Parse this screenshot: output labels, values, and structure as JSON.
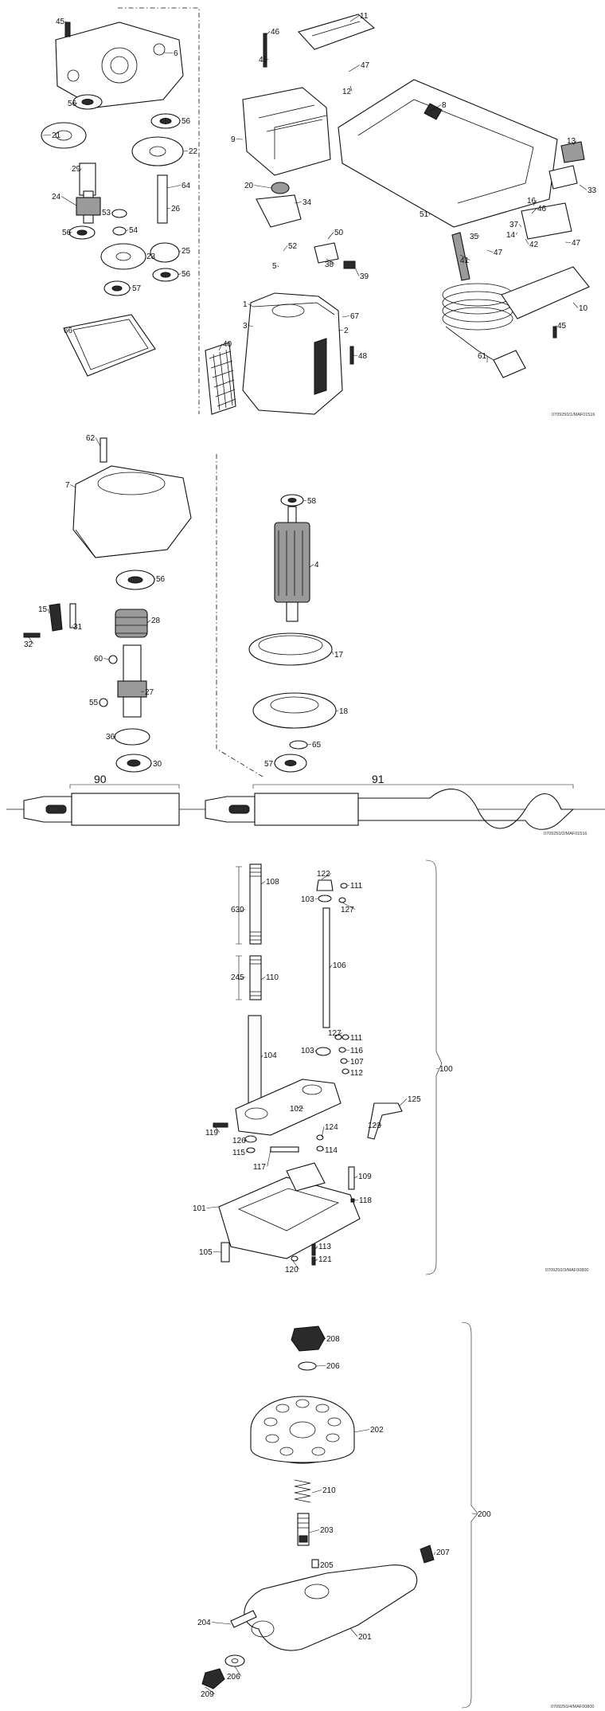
{
  "sheets": [
    {
      "code": "0709250/1/MAF01516"
    },
    {
      "code": "0709250/2/MAF01516"
    },
    {
      "code": "0709250/3/MAF00800"
    },
    {
      "code": "0709250/4/MAF00800"
    }
  ],
  "part_labels": {
    "p1": "45",
    "p2": "6",
    "p3": "56",
    "p4": "56",
    "p5": "21",
    "p6": "22",
    "p7": "29",
    "p8": "24",
    "p9": "53",
    "p10": "64",
    "p11": "26",
    "p12": "54",
    "p13": "56",
    "p14": "23",
    "p15": "25",
    "p16": "56",
    "p17": "57",
    "p18": "66",
    "p19": "46",
    "p20": "11",
    "p21": "49",
    "p22": "47",
    "p23": "12",
    "p24": "8",
    "p25": "9",
    "p26": "20",
    "p27": "34",
    "p28": "13",
    "p29": "50",
    "p30": "5",
    "p31": "52",
    "p32": "38",
    "p33": "39",
    "p34": "16",
    "p35": "33",
    "p36": "51",
    "p37": "35",
    "p38": "37",
    "p39": "14",
    "p40": "46",
    "p41": "42",
    "p42": "47",
    "p43": "47",
    "p44": "41",
    "p45": "1",
    "p46": "3",
    "p47": "67",
    "p48": "2",
    "p49": "48",
    "p50": "40",
    "p51": "10",
    "p52": "45",
    "p53": "61",
    "q1": "62",
    "q2": "7",
    "q3": "56",
    "q4": "15",
    "q5": "31",
    "q6": "28",
    "q7": "32",
    "q8": "60",
    "q9": "27",
    "q10": "55",
    "q11": "36",
    "q12": "30",
    "q13": "58",
    "q14": "4",
    "q15": "17",
    "q16": "18",
    "q17": "65",
    "q18": "57",
    "q19": "90",
    "q20": "91",
    "r1": "108",
    "r2": "122",
    "r3": "111",
    "r4": "103",
    "r5": "127",
    "r6": "630",
    "r7": "110",
    "r8": "106",
    "r9": "245",
    "r10": "127",
    "r11": "111",
    "r12": "116",
    "r13": "103",
    "r14": "107",
    "r15": "112",
    "r16": "104",
    "r17": "100",
    "r18": "125",
    "r19": "102",
    "r20": "123",
    "r21": "119",
    "r22": "124",
    "r23": "126",
    "r24": "114",
    "r25": "115",
    "r26": "117",
    "r27": "109",
    "r28": "118",
    "r29": "101",
    "r30": "113",
    "r31": "105",
    "r32": "121",
    "r33": "120",
    "s1": "208",
    "s2": "206",
    "s3": "202",
    "s4": "210",
    "s5": "200",
    "s6": "203",
    "s7": "205",
    "s8": "207",
    "s9": "204",
    "s10": "201",
    "s11": "206",
    "s12": "209"
  }
}
